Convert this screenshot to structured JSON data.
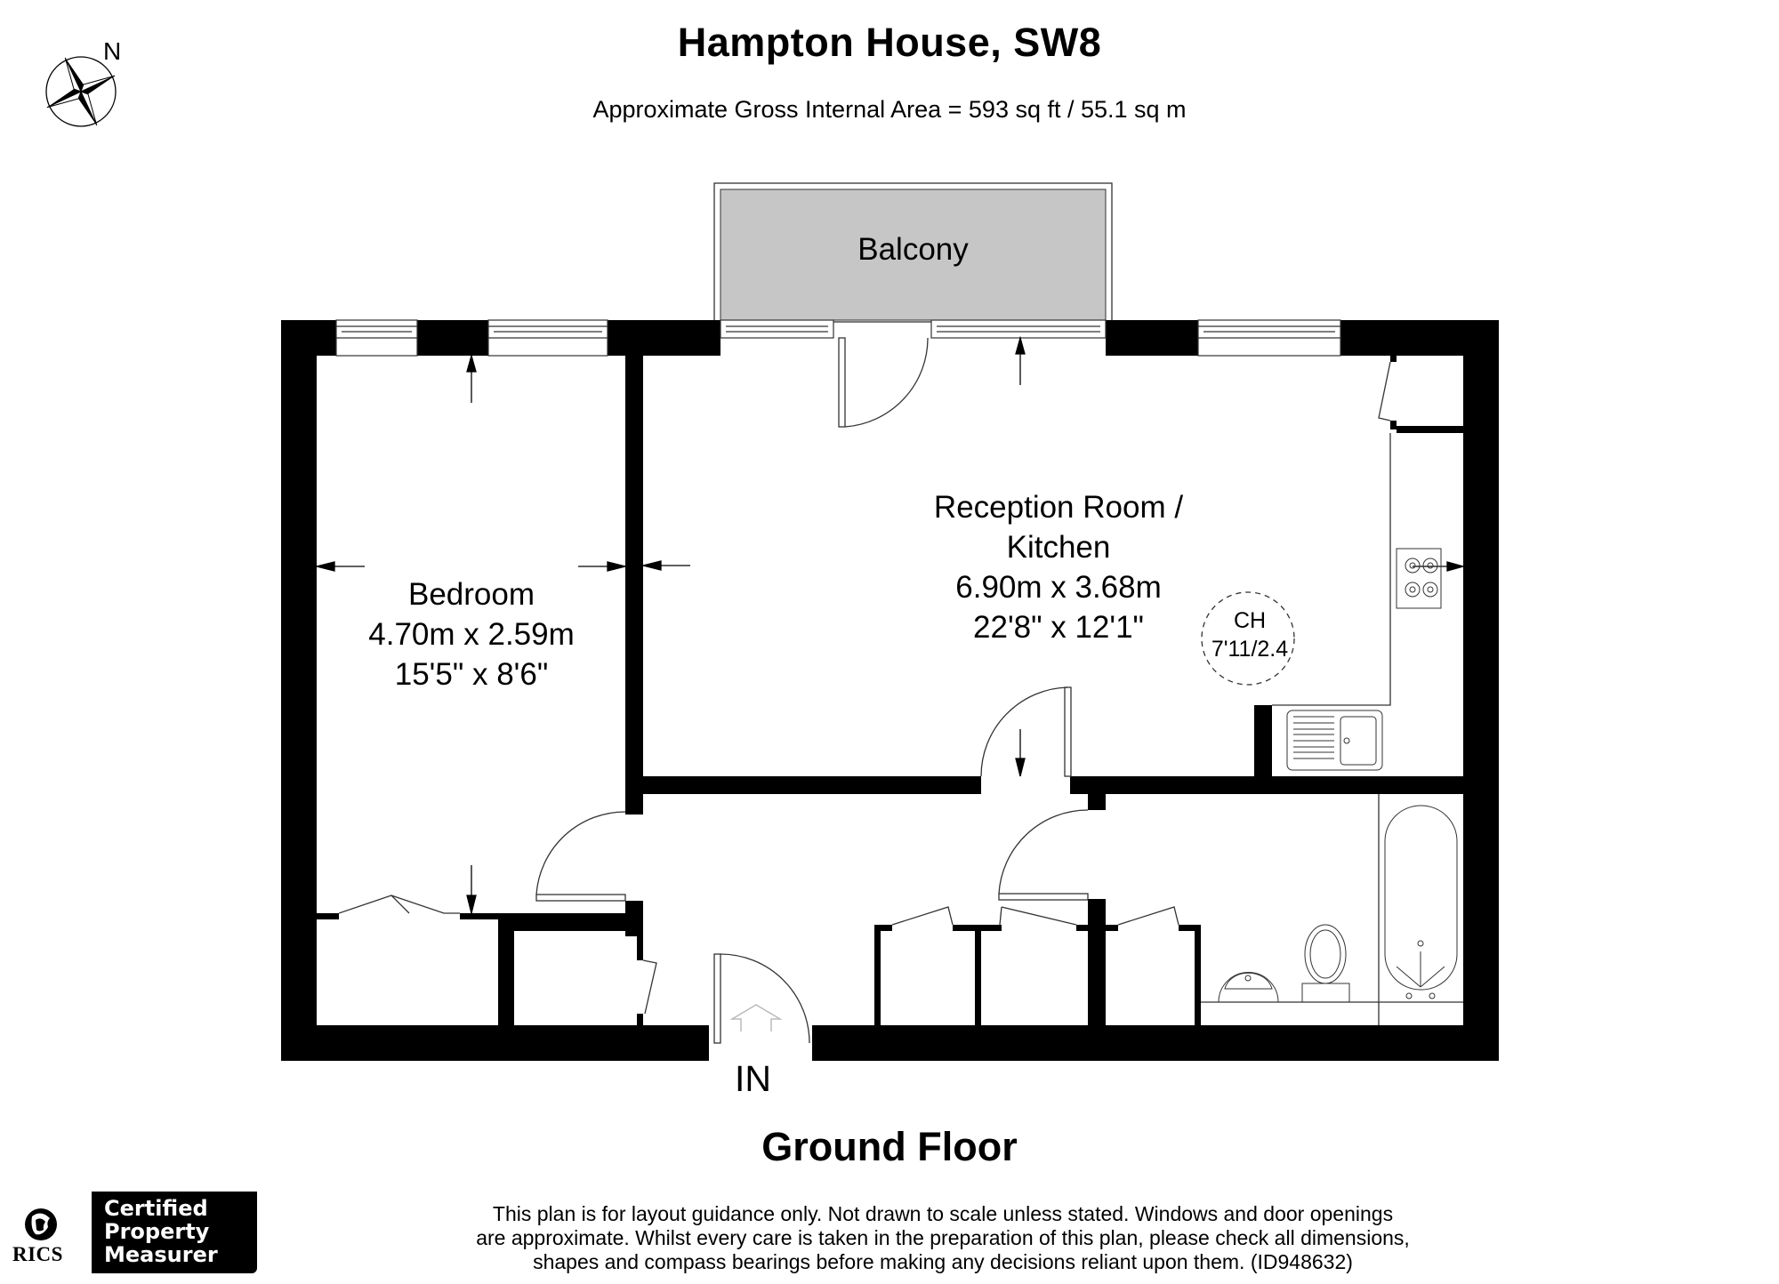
{
  "header": {
    "title": "Hampton House, SW8",
    "area_summary": "Approximate Gross Internal Area = 593 sq ft / 55.1 sq m"
  },
  "compass": {
    "icon": "compass-rose-icon",
    "north_label": "N"
  },
  "rooms": {
    "balcony": {
      "name": "Balcony",
      "fill": "#c6c6c6"
    },
    "bedroom": {
      "name": "Bedroom",
      "metric": "4.70m x 2.59m",
      "imperial": "15'5\" x 8'6\""
    },
    "reception": {
      "name_line1": "Reception Room /",
      "name_line2": "Kitchen",
      "metric": "6.90m x 3.68m",
      "imperial": "22'8\" x 12'1\""
    },
    "ceiling_height": {
      "label": "CH",
      "value": "7'11/2.4"
    }
  },
  "entrance": {
    "label": "IN"
  },
  "floor": {
    "label": "Ground Floor"
  },
  "footer": {
    "disclaimer_line1": "This plan is for layout guidance only. Not drawn to scale unless stated. Windows and door openings",
    "disclaimer_line2": "are approximate. Whilst every care is taken in the preparation of this plan, please check all dimensions,",
    "disclaimer_line3": "shapes and compass bearings before making any decisions reliant upon them. (ID948632)",
    "rics_label": "RICS",
    "badge_line1": "Certified",
    "badge_line2": "Property",
    "badge_line3": "Measurer"
  },
  "colors": {
    "wall": "#000000",
    "line": "#333333",
    "balcony_fill": "#c6c6c6",
    "background": "#ffffff"
  }
}
